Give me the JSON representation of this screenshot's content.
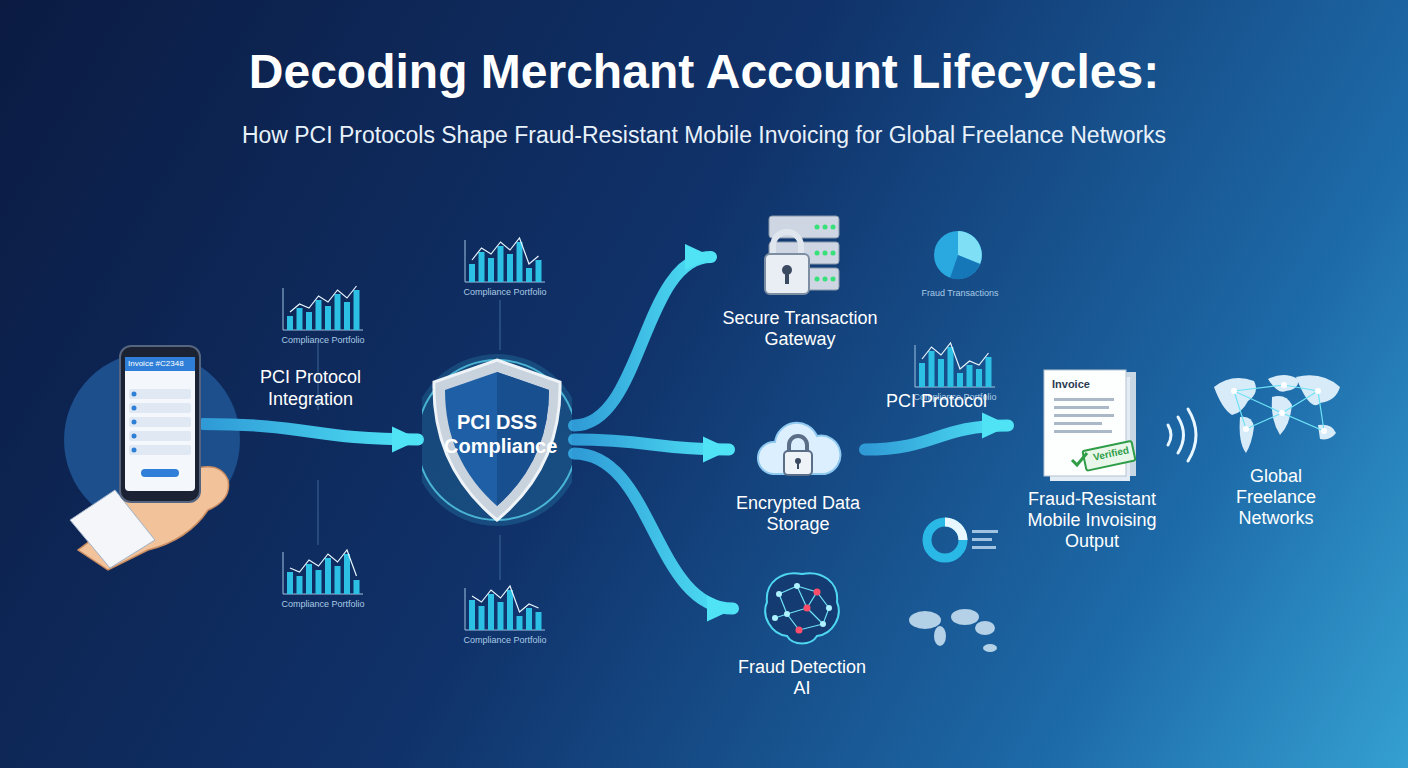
{
  "diagram": {
    "title": "Decoding Merchant Account Lifecycles:",
    "nodes": [
      {
        "text": [
          "Invoice #C2348"
        ]
      },
      {
        "text": [
          "PCI DSS Compliance"
        ]
      },
      {
        "text": [
          "Secure Transaction Gateway"
        ]
      },
      {
        "text": [
          "Encrypted Data Storage"
        ]
      },
      {
        "text": [
          "Fraud Detection AI"
        ]
      },
      {
        "text": [
          "Invoice",
          "Verified",
          "Fraud-Resistant Mobile Invoising Output"
        ]
      },
      {
        "text": [
          "Global Freelance Networks"
        ]
      }
    ],
    "edges": [
      {
        "from": 0,
        "to": 1,
        "label": "PCI Protocol Integration",
        "arrow": "to"
      },
      {
        "from": 1,
        "to": 2,
        "arrow": "to"
      },
      {
        "from": 1,
        "to": 3,
        "arrow": "to"
      },
      {
        "from": 1,
        "to": 4,
        "arrow": "to"
      },
      {
        "from": 3,
        "to": 5,
        "label": "PCI Protocol",
        "arrow": "to"
      }
    ],
    "labels": [
      "How PCI Protocols Shape Fraud-Resistant Mobile Invoicing for Global Freelance Networks",
      "Compliance Portfolio",
      "Compliance Portfolio",
      "Compliance Portfolio",
      "Compliance Portfolio",
      "Compliance Portfolio",
      "Fraud Transactions"
    ]
  }
}
